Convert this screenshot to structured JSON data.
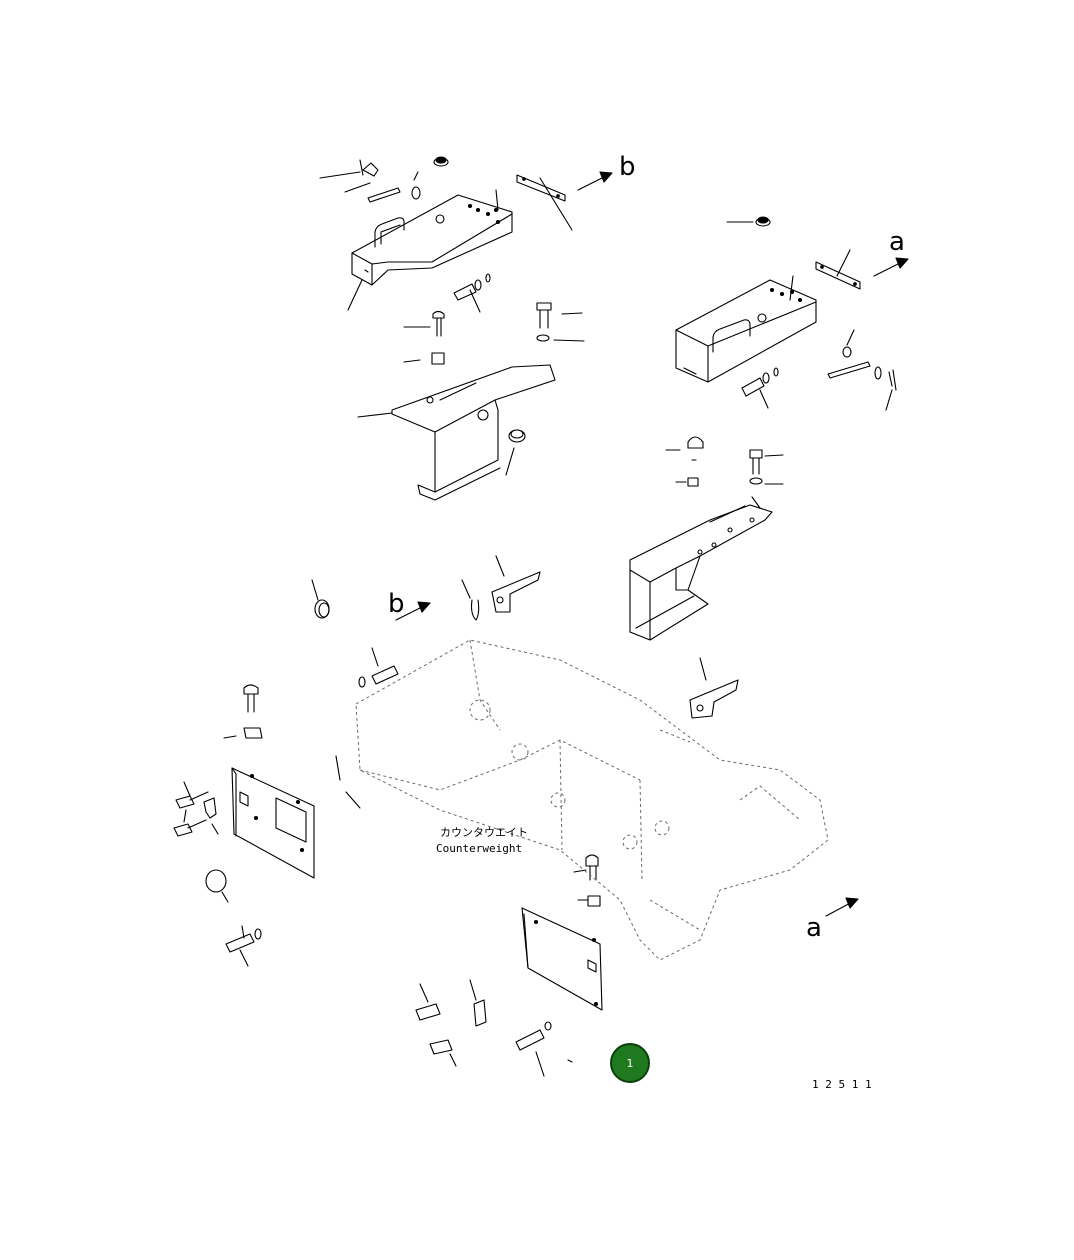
{
  "diagram": {
    "view_labels": [
      "a",
      "b",
      "b",
      "a"
    ],
    "counterweight_jp": "カウンタウエイト",
    "counterweight_en": "Counterweight",
    "part_number": "1 2 5 1 1",
    "callout_number": "1"
  },
  "colors": {
    "line": "#000000",
    "ghost": "#6a6a6a",
    "callout_fill": "#1f7a1f",
    "callout_border": "#0d3f0d",
    "background": "#ffffff"
  }
}
